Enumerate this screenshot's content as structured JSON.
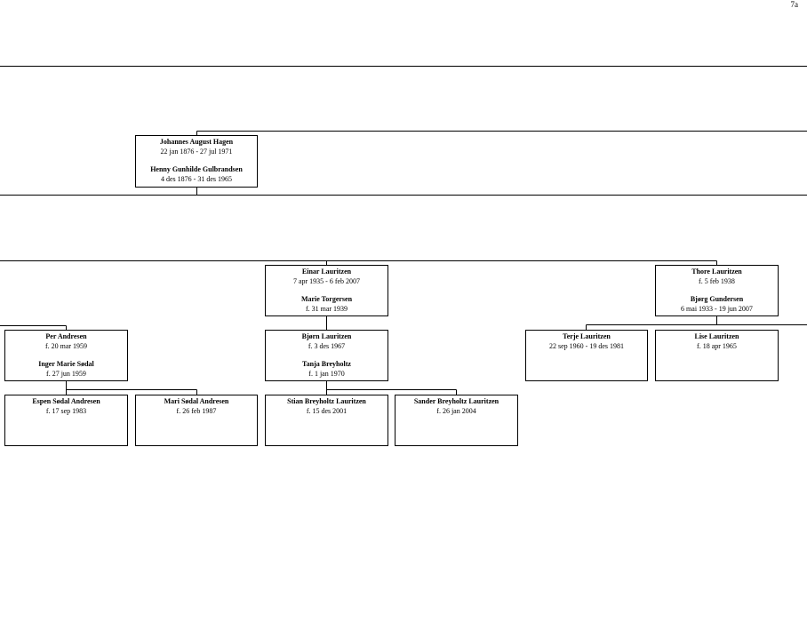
{
  "page_number": "7a",
  "persons": {
    "p1": {
      "name": "Johannes August Hagen",
      "dates": "22 jan 1876 - 27 jul 1971",
      "spouse": "Henny Gunhilde Gulbrandsen",
      "spouse_dates": "4 des 1876 - 31 des 1965"
    },
    "p2": {
      "name": "Einar Lauritzen",
      "dates": "7 apr 1935 - 6 feb 2007",
      "spouse": "Marie Torgersen",
      "spouse_dates": "f. 31 mar 1939"
    },
    "p3": {
      "name": "Thore Lauritzen",
      "dates": "f. 5 feb 1938",
      "spouse": "Bjørg Gundersen",
      "spouse_dates": "6 mai 1933 - 19 jun 2007"
    },
    "p4": {
      "name": "Per Andresen",
      "dates": "f. 20 mar 1959",
      "spouse": "Inger Marie Sødal",
      "spouse_dates": "f. 27 jun 1959"
    },
    "p5": {
      "name": "Bjørn Lauritzen",
      "dates": "f. 3 des 1967",
      "spouse": "Tanja Breyholtz",
      "spouse_dates": "f. 1 jan 1970"
    },
    "p6": {
      "name": "Terje Lauritzen",
      "dates": "22 sep 1960 - 19 des 1981"
    },
    "p7": {
      "name": "Lise Lauritzen",
      "dates": "f. 18 apr 1965"
    },
    "p8": {
      "name": "Espen Sødal Andresen",
      "dates": "f. 17 sep 1983"
    },
    "p9": {
      "name": "Mari Sødal Andresen",
      "dates": "f. 26 feb 1987"
    },
    "p10": {
      "name": "Stian Breyholtz Lauritzen",
      "dates": "f. 15 des 2001"
    },
    "p11": {
      "name": "Sander Breyholtz Lauritzen",
      "dates": "f. 26 jan 2004"
    }
  }
}
